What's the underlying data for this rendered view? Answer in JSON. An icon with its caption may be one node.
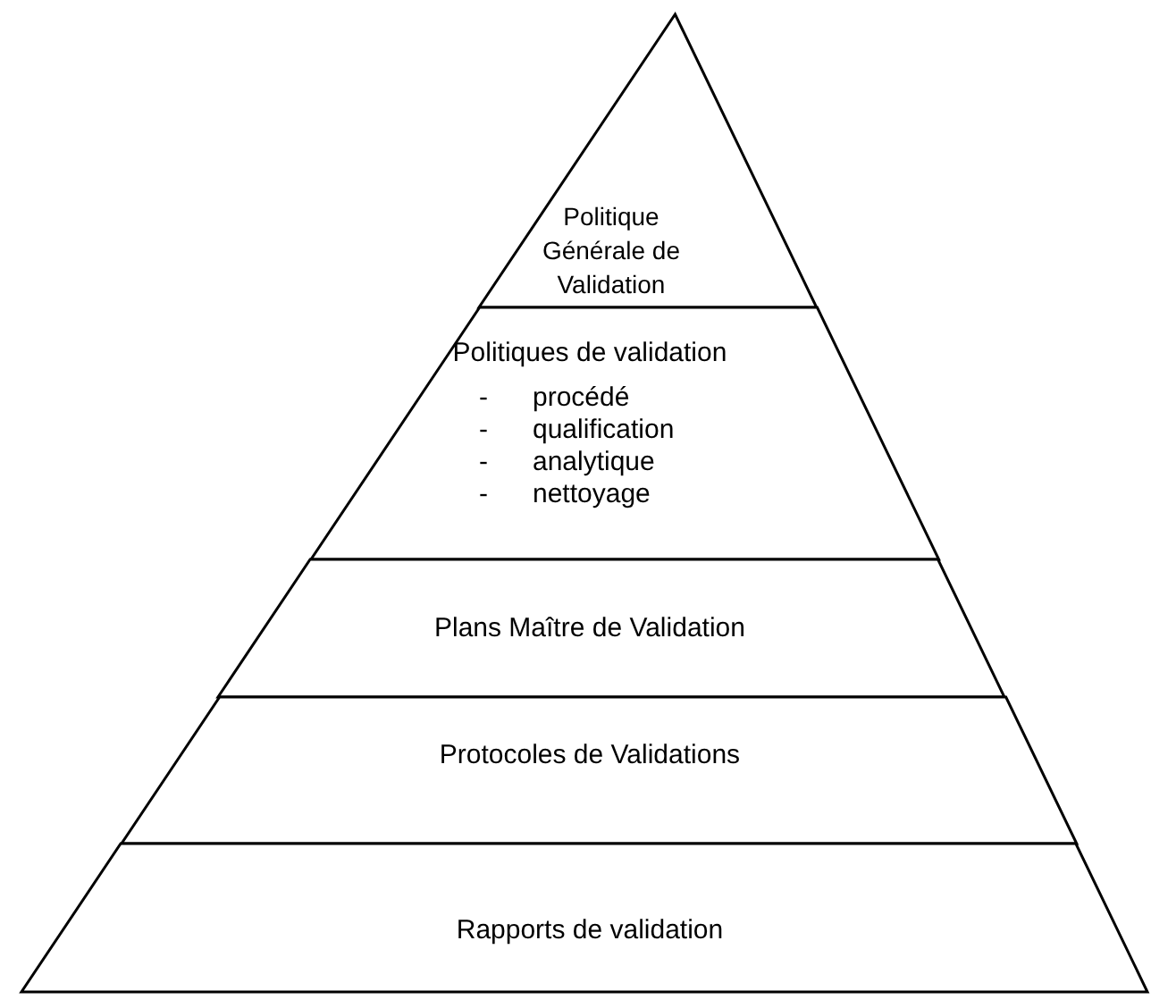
{
  "diagram": {
    "nodes": [
      {
        "text": [
          "Politique Générale de Validation"
        ]
      },
      {
        "text": [
          "Politiques de validation",
          "- procédé",
          "- qualification",
          "- analytique",
          "- nettoyage"
        ]
      },
      {
        "text": [
          "Plans Maître de Validation"
        ]
      },
      {
        "text": [
          "Protocoles de Validations"
        ]
      },
      {
        "text": [
          "Rapports de validation"
        ]
      }
    ],
    "edges": []
  }
}
